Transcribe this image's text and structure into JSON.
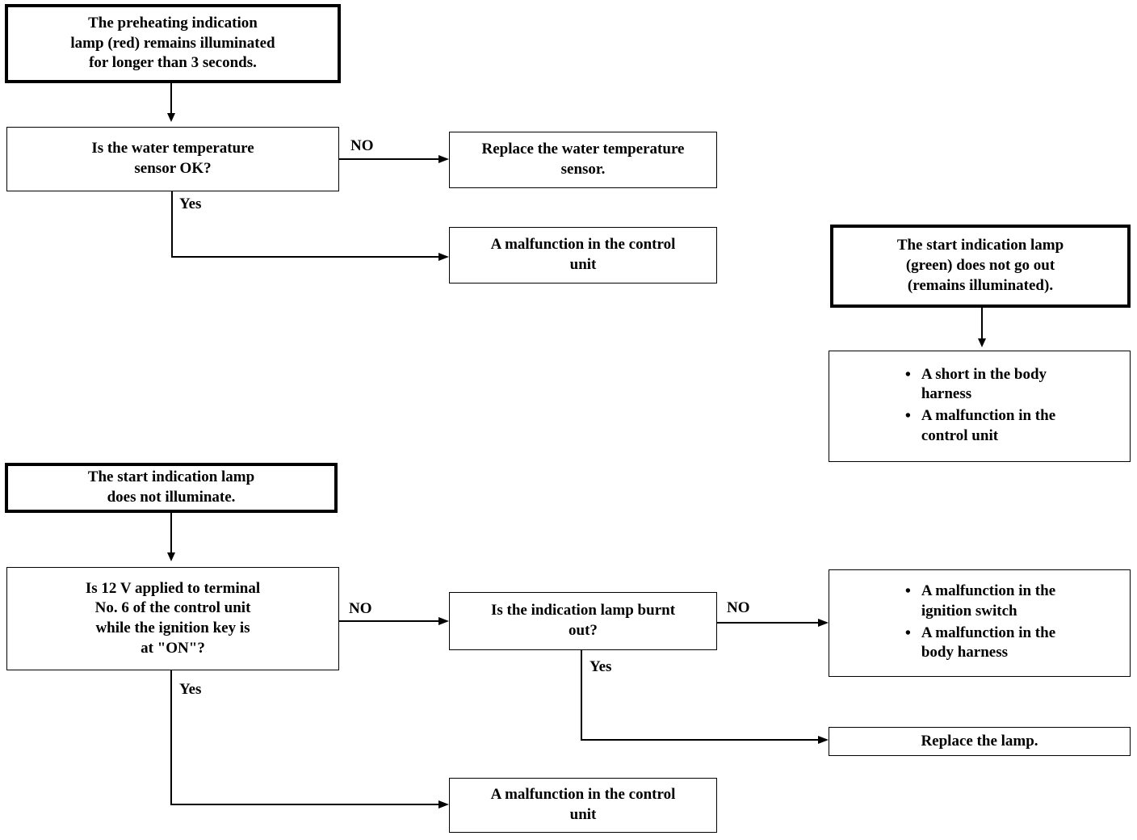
{
  "document": {
    "title": "Indication lamp troubleshooting flowchart",
    "type": "troubleshooting-flowchart",
    "ink_color": "#000000",
    "background_color": "#ffffff"
  },
  "flows": [
    {
      "id": "preheating-lamp",
      "start": "The preheating indication\nlamp (red) remains illuminated\nfor longer than 3 seconds.",
      "decision": "Is the water temperature\nsensor OK?",
      "no_label": "NO",
      "yes_label": "Yes",
      "no_result": "Replace the water temperature\nsensor.",
      "yes_result": "A malfunction in the control\nunit"
    },
    {
      "id": "start-lamp-stays-on",
      "start": "The start indication lamp\n(green) does not go out\n(remains illuminated).",
      "result_bullets": [
        "A short in the body\nharness",
        "A malfunction in the\ncontrol unit"
      ]
    },
    {
      "id": "start-lamp-off",
      "start": "The start indication lamp\ndoes not illuminate.",
      "decision_1": "Is 12 V applied to terminal\nNo. 6 of the control unit\nwhile the ignition key is\nat \"ON\"?",
      "decision_1_no_label": "NO",
      "decision_1_yes_label": "Yes",
      "decision_2": "Is the indication lamp burnt\nout?",
      "decision_2_no_label": "NO",
      "decision_2_yes_label": "Yes",
      "decision_2_no_bullets": [
        "A malfunction in the\nignition switch",
        "A malfunction in the\nbody harness"
      ],
      "decision_2_yes_result": "Replace the lamp.",
      "decision_1_yes_result": "A malfunction in the control\nunit"
    }
  ]
}
